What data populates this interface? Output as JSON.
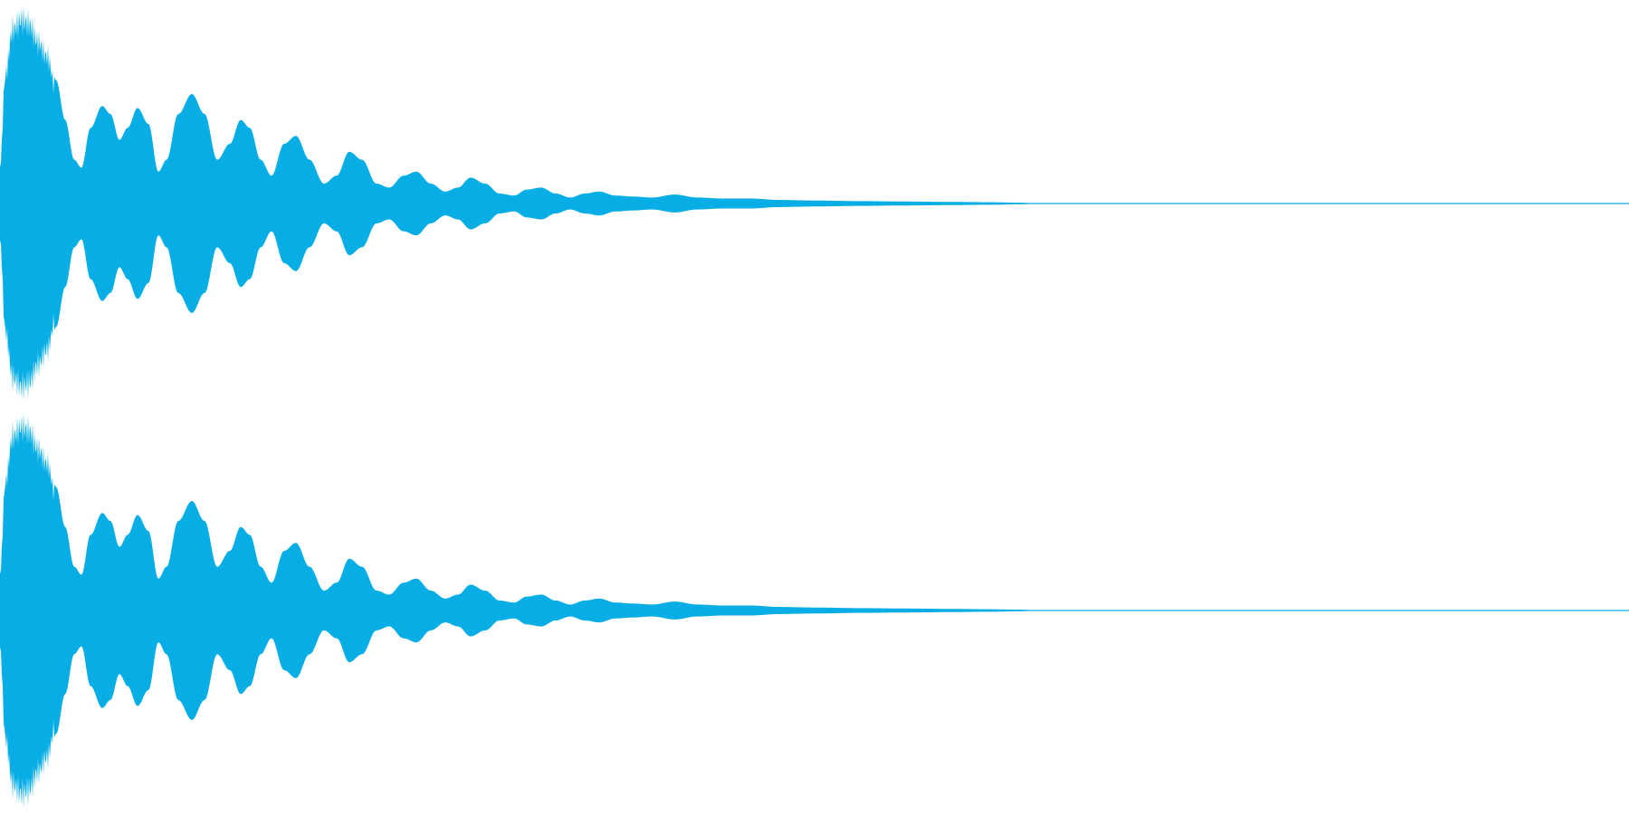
{
  "waveform": {
    "color": "#06aee5",
    "background": "#ffffff",
    "channels": [
      {
        "id": "left"
      },
      {
        "id": "right"
      }
    ],
    "envelope": {
      "attack_peak": 1.0,
      "decay_shape": "damped-oscillation",
      "silence_after_fraction": 0.62
    }
  }
}
